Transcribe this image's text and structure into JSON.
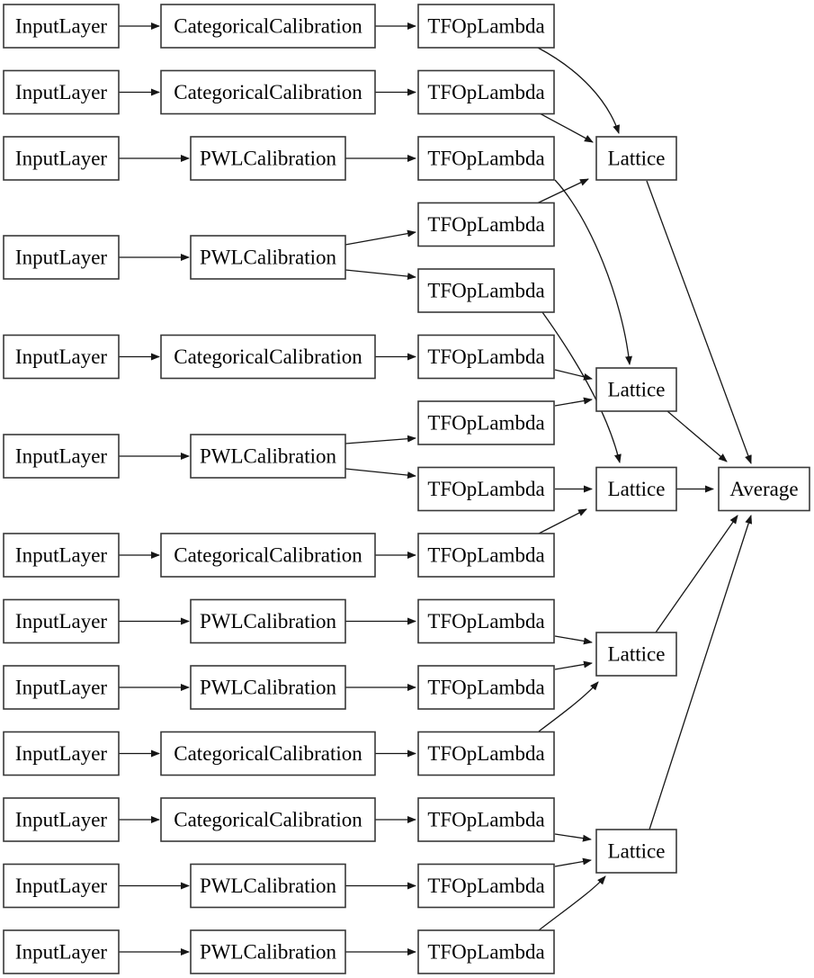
{
  "diagram": {
    "background": "#ffffff",
    "box_fill": "#ffffff",
    "box_border_color": "#383838",
    "edge_color": "#161616",
    "nodes": {
      "il0": {
        "label": "InputLayer"
      },
      "il1": {
        "label": "InputLayer"
      },
      "il2": {
        "label": "InputLayer"
      },
      "il3": {
        "label": "InputLayer"
      },
      "il4": {
        "label": "InputLayer"
      },
      "il5": {
        "label": "InputLayer"
      },
      "il6": {
        "label": "InputLayer"
      },
      "il7": {
        "label": "InputLayer"
      },
      "il8": {
        "label": "InputLayer"
      },
      "il9": {
        "label": "InputLayer"
      },
      "il10": {
        "label": "InputLayer"
      },
      "il11": {
        "label": "InputLayer"
      },
      "il12": {
        "label": "InputLayer"
      },
      "c0": {
        "label": "CategoricalCalibration"
      },
      "c1": {
        "label": "CategoricalCalibration"
      },
      "c2": {
        "label": "PWLCalibration"
      },
      "c3": {
        "label": "PWLCalibration"
      },
      "c4": {
        "label": "CategoricalCalibration"
      },
      "c5": {
        "label": "PWLCalibration"
      },
      "c6": {
        "label": "CategoricalCalibration"
      },
      "c7": {
        "label": "PWLCalibration"
      },
      "c8": {
        "label": "PWLCalibration"
      },
      "c9": {
        "label": "CategoricalCalibration"
      },
      "c10": {
        "label": "CategoricalCalibration"
      },
      "c11": {
        "label": "PWLCalibration"
      },
      "c12": {
        "label": "PWLCalibration"
      },
      "t0": {
        "label": "TFOpLambda"
      },
      "t1": {
        "label": "TFOpLambda"
      },
      "t2": {
        "label": "TFOpLambda"
      },
      "t3": {
        "label": "TFOpLambda"
      },
      "t4": {
        "label": "TFOpLambda"
      },
      "t5": {
        "label": "TFOpLambda"
      },
      "t6": {
        "label": "TFOpLambda"
      },
      "t7": {
        "label": "TFOpLambda"
      },
      "t8": {
        "label": "TFOpLambda"
      },
      "t9": {
        "label": "TFOpLambda"
      },
      "t10": {
        "label": "TFOpLambda"
      },
      "t11": {
        "label": "TFOpLambda"
      },
      "t12": {
        "label": "TFOpLambda"
      },
      "t13": {
        "label": "TFOpLambda"
      },
      "t14": {
        "label": "TFOpLambda"
      },
      "lat0": {
        "label": "Lattice"
      },
      "lat1": {
        "label": "Lattice"
      },
      "lat2": {
        "label": "Lattice"
      },
      "lat3": {
        "label": "Lattice"
      },
      "lat4": {
        "label": "Lattice"
      },
      "avg": {
        "label": "Average"
      }
    },
    "edges": [
      "il0->c0",
      "il1->c1",
      "il2->c2",
      "il3->c3",
      "il4->c4",
      "il5->c5",
      "il6->c6",
      "il7->c7",
      "il8->c8",
      "il9->c9",
      "il10->c10",
      "il11->c11",
      "il12->c12",
      "c0->t0",
      "c1->t1",
      "c2->t2",
      "c3->t3",
      "c3->t4",
      "c4->t5",
      "c5->t6",
      "c5->t7",
      "c6->t8",
      "c7->t9",
      "c8->t10",
      "c9->t11",
      "c10->t12",
      "c11->t13",
      "c12->t14",
      "t0->lat0",
      "t1->lat0",
      "t3->lat0",
      "t2->lat1",
      "t5->lat1",
      "t6->lat1",
      "t4->lat2",
      "t7->lat2",
      "t8->lat2",
      "t9->lat3",
      "t10->lat3",
      "t11->lat3",
      "t12->lat4",
      "t13->lat4",
      "t14->lat4",
      "lat0->avg",
      "lat1->avg",
      "lat2->avg",
      "lat3->avg",
      "lat4->avg"
    ]
  }
}
